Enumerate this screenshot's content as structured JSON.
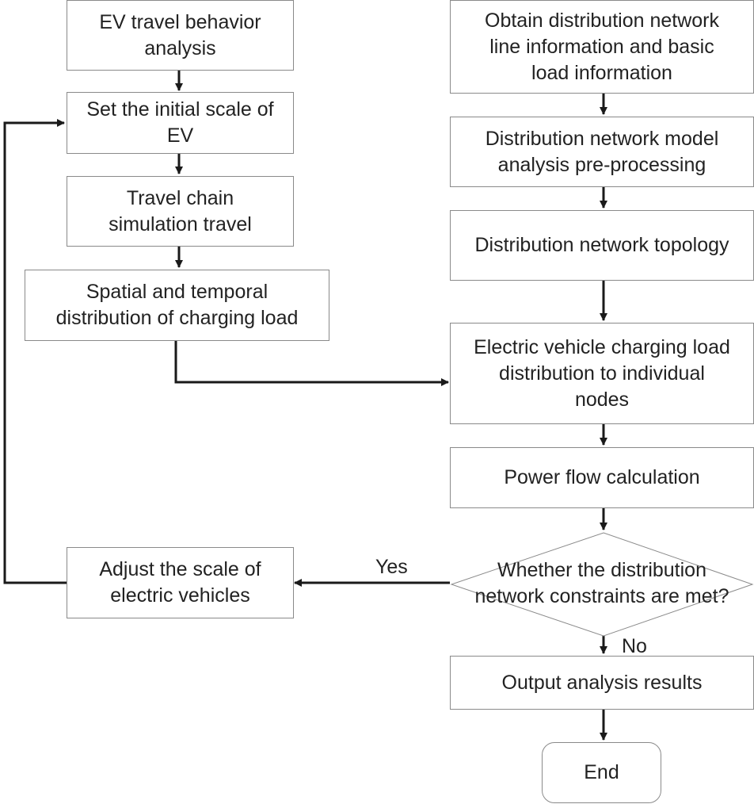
{
  "nodes": {
    "ev_travel_behavior": "EV travel behavior\nanalysis",
    "set_initial_scale": "Set the initial scale of\nEV",
    "travel_chain": "Travel chain\nsimulation travel",
    "spatial_temporal": "Spatial and temporal\ndistribution of charging load",
    "adjust_scale": "Adjust the scale of\nelectric vehicles",
    "obtain_info": "Obtain distribution network\nline information and basic\nload information",
    "model_preprocessing": "Distribution network model\nanalysis pre-processing",
    "topology": "Distribution network topology",
    "load_distribution": "Electric vehicle charging load\ndistribution to individual\nnodes",
    "power_flow": "Power flow calculation",
    "constraints_decision": "Whether the distribution\nnetwork constraints are met?",
    "output_results": "Output analysis results",
    "end": "End"
  },
  "edge_labels": {
    "yes": "Yes",
    "no": "No"
  },
  "colors": {
    "box_border": "#8a8a8a",
    "arrow": "#1a1a1a",
    "text": "#222222"
  }
}
